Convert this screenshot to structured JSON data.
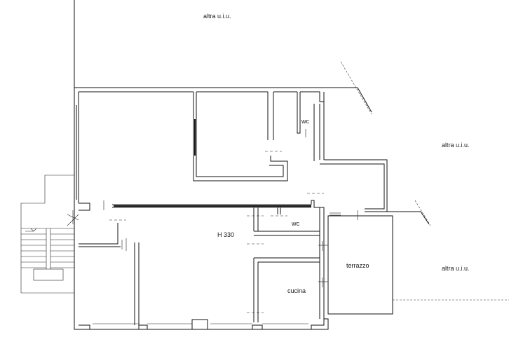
{
  "labels": {
    "altra_top": "altra u.i.u.",
    "altra_right_upper": "altra u.i.u.",
    "altra_right_lower": "altra u.i.u.",
    "wc_upper": "wc",
    "wc_lower": "wc",
    "height": "H 330",
    "terrazzo": "terrazzo",
    "cucina": "cucina"
  }
}
